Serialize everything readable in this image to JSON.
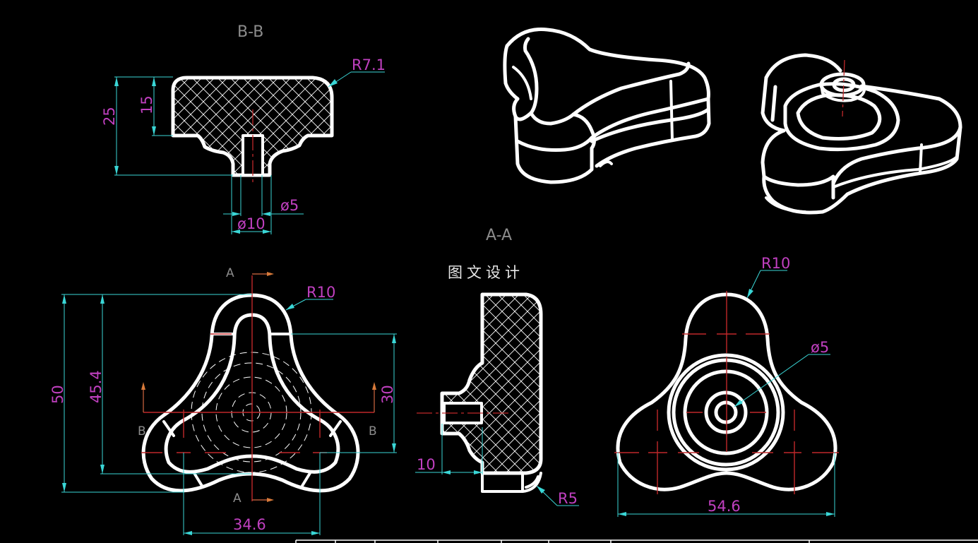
{
  "drawing": {
    "background": "#000000",
    "colors": {
      "outline": "#ffffff",
      "dimension": "#3ad6d6",
      "dimension_text": "#c040c0",
      "centerline": "#c0282a",
      "cutting_plane": "#b45a38",
      "view_label": "#8c8c8c"
    },
    "watermark": "图文设计"
  },
  "views": {
    "section_bb": {
      "title": "B-B",
      "dims": {
        "overall_height": "25",
        "head_height": "15",
        "fillet_radius": "R7.1",
        "bore_dia": "ø5",
        "boss_dia": "ø10"
      }
    },
    "top_view": {
      "section_labels": [
        "A",
        "A",
        "B",
        "B"
      ],
      "dims": {
        "overall_height": "50",
        "inner_height": "45.4",
        "lobe_offset": "30",
        "lobe_spacing": "34.6",
        "lobe_radius": "R10"
      }
    },
    "section_aa": {
      "title": "A-A",
      "dims": {
        "boss_length": "10",
        "edge_radius": "R5"
      }
    },
    "bottom_view": {
      "dims": {
        "lobe_radius": "R10",
        "bore_dia": "ø5",
        "overall_width": "54.6"
      }
    },
    "iso_views": [
      {
        "name": "isometric-top"
      },
      {
        "name": "isometric-bottom"
      }
    ]
  },
  "title_block": {
    "column_x": [
      419,
      475,
      531,
      620,
      710,
      777,
      865,
      1146
    ]
  }
}
